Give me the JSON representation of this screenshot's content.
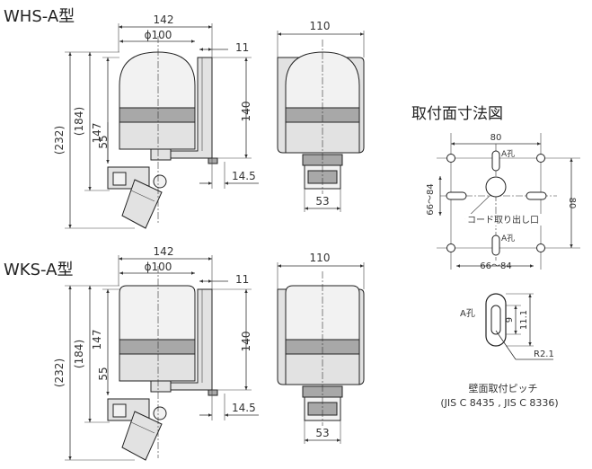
{
  "top_model": {
    "title": "WHS-A型",
    "dims": {
      "width": "142",
      "dia": "ϕ100",
      "bracket": "11",
      "h_total": "(232)",
      "h_184": "(184)",
      "h_147": "147",
      "h_55": "55",
      "h_140": "140",
      "offset": "14.5",
      "side_width": "110",
      "base_width": "53"
    }
  },
  "bottom_model": {
    "title": "WKS-A型",
    "dims": {
      "width": "142",
      "dia": "ϕ100",
      "bracket": "11",
      "h_total": "(232)",
      "h_184": "(184)",
      "h_147": "147",
      "h_55": "55",
      "h_140": "140",
      "offset": "14.5",
      "side_width": "110",
      "base_width": "53"
    }
  },
  "mounting": {
    "title": "取付面寸法図",
    "width": "80",
    "height": "80",
    "range_h": "66～84",
    "range_v": "66～84",
    "hole_label_top": "A孔",
    "hole_label_bottom": "A孔",
    "cord_label": "コード取り出し口"
  },
  "hole_detail": {
    "label": "A孔",
    "dim_9": "9",
    "dim_11": "11.1",
    "radius": "R2.1",
    "caption1": "壁面取付ピッチ",
    "caption2": "(JIS C 8435 , JIS C 8336)"
  }
}
